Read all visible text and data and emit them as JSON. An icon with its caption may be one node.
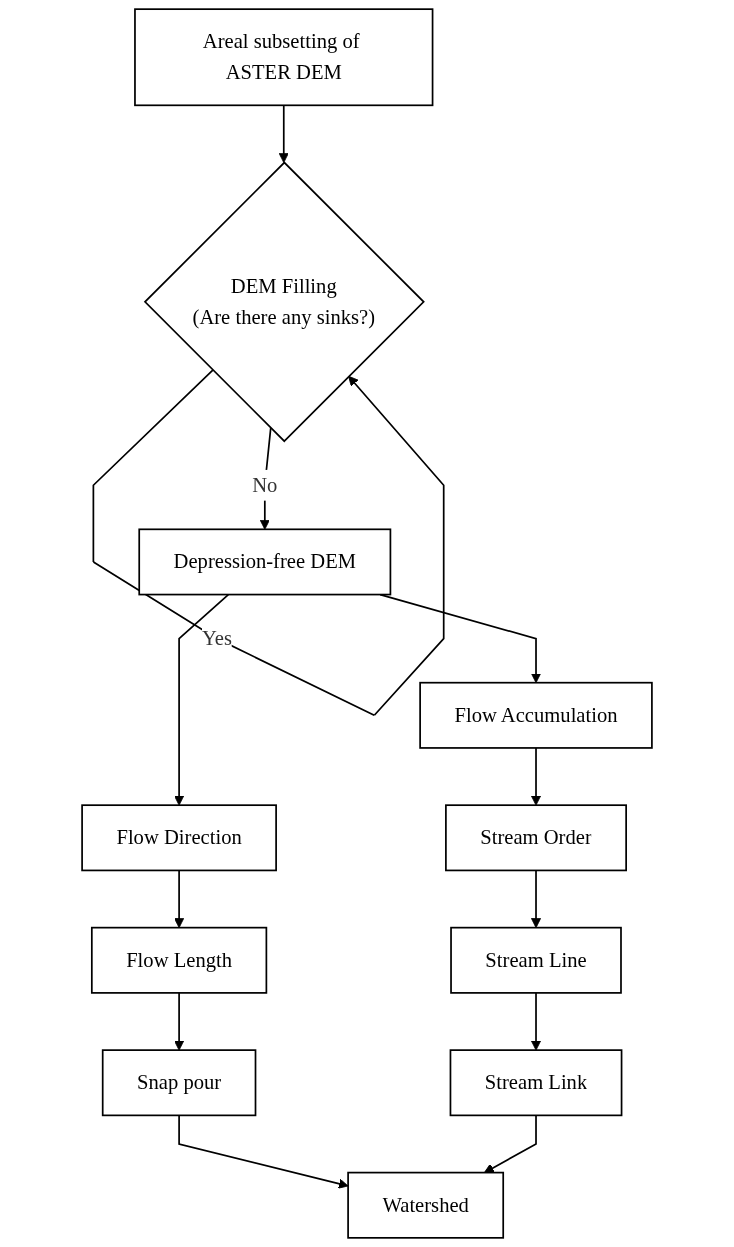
{
  "diagram": {
    "nodes": [
      {
        "text": [
          "Areal subsetting of ASTER DEM"
        ]
      },
      {
        "text": [
          "DEM Filling",
          "(Are there any sinks?)"
        ]
      },
      {
        "text": [
          "Depression-free DEM"
        ]
      },
      {
        "text": [
          "Flow Direction"
        ]
      },
      {
        "text": [
          "Flow Accumulation"
        ]
      },
      {
        "text": [
          "Flow Length"
        ]
      },
      {
        "text": [
          "Snap pour"
        ]
      },
      {
        "text": [
          "Stream Order"
        ]
      },
      {
        "text": [
          "Stream Line"
        ]
      },
      {
        "text": [
          "Stream Link"
        ]
      },
      {
        "text": [
          "Watershed"
        ]
      }
    ],
    "edges": [
      {
        "from": 0,
        "to": 1,
        "arrow": "to"
      },
      {
        "from": 1,
        "to": 1,
        "label": "Yes",
        "arrow": "to"
      },
      {
        "from": 1,
        "to": 2,
        "label": "No",
        "arrow": "to"
      },
      {
        "from": 2,
        "to": 3,
        "arrow": "to"
      },
      {
        "from": 2,
        "to": 4,
        "arrow": "to"
      },
      {
        "from": 3,
        "to": 5,
        "arrow": "to"
      },
      {
        "from": 5,
        "to": 6,
        "arrow": "to"
      },
      {
        "from": 4,
        "to": 7,
        "arrow": "to"
      },
      {
        "from": 7,
        "to": 8,
        "arrow": "to"
      },
      {
        "from": 8,
        "to": 9,
        "arrow": "to"
      },
      {
        "from": 6,
        "to": 10,
        "arrow": "to"
      },
      {
        "from": 9,
        "to": 10,
        "arrow": "to"
      }
    ]
  }
}
